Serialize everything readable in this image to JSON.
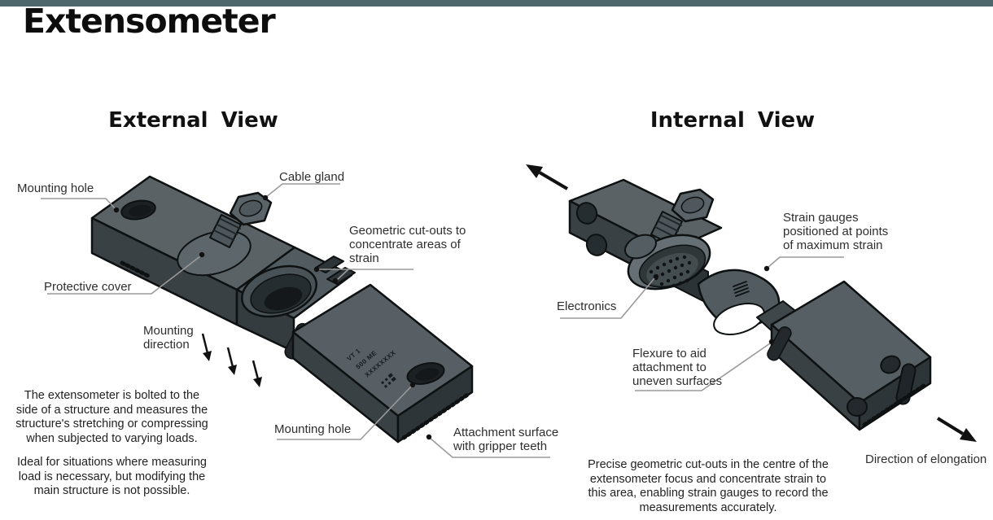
{
  "theme": {
    "topbar_color": "#4e676d",
    "background": "#ffffff",
    "device_top_face": "#5a6266",
    "device_side_face": "#3a4145",
    "device_dark_face": "#2e3539",
    "hole_color": "#1b2023",
    "leader_line_color": "#9a9a9a",
    "label_text_color": "#2e2e2e"
  },
  "title": "Extensometer",
  "sections": {
    "external": {
      "heading": "External View"
    },
    "internal": {
      "heading": "Internal View"
    }
  },
  "external_labels": {
    "mounting_hole_top": "Mounting hole",
    "cable_gland": "Cable gland",
    "geometric_cutouts": "Geometric cut-outs to\nconcentrate areas of\nstrain",
    "protective_cover": "Protective cover",
    "mounting_direction": "Mounting\ndirection",
    "mounting_hole_bottom": "Mounting hole",
    "attachment_surface": "Attachment surface\nwith gripper teeth",
    "para1": "The extensometer is bolted to the\nside of a structure and measures the\nstructure's stretching or compressing\nwhen subjected to varying loads.",
    "para2": "Ideal for situations where measuring\nload is necessary, but modifying the\nmain structure is not possible."
  },
  "internal_labels": {
    "strain_gauges": "Strain gauges\npositioned at points\nof maximum strain",
    "electronics": "Electronics",
    "flexure": "Flexure to aid\nattachment to\nuneven surfaces",
    "direction_of_elongation": "Direction of elongation",
    "para": "Precise geometric cut-outs in the centre of the\nextensometer focus and concentrate strain to\nthis area, enabling strain gauges to record the\nmeasurements accurately."
  },
  "device_markings": {
    "line1": "VT 1",
    "line2": "500 ME",
    "line3": "XXXXXXXX"
  }
}
